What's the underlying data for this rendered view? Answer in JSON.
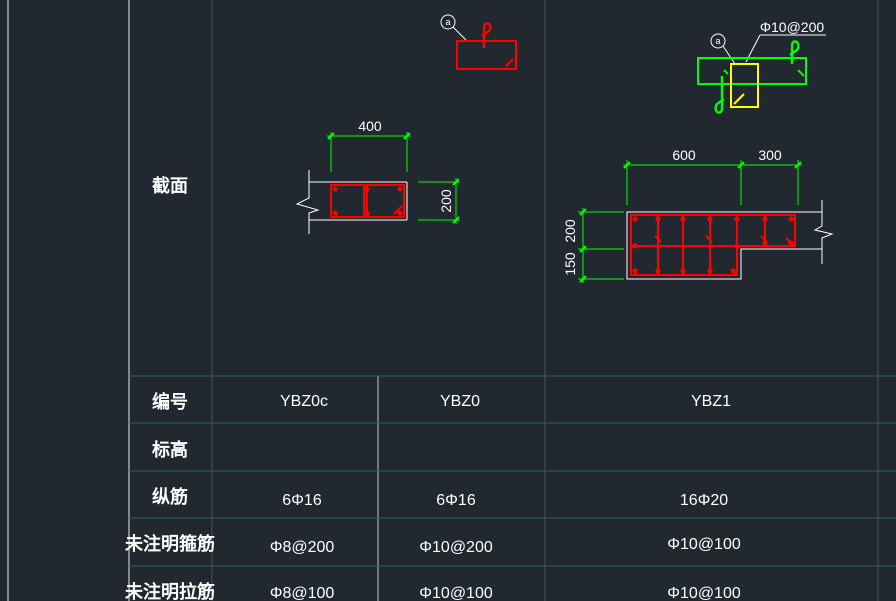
{
  "table": {
    "row_headers": {
      "section": "截面",
      "id": "编号",
      "elevation": "标高",
      "longitudinal": "纵筋",
      "stirrup": "未注明箍筋",
      "tie": "未注明拉筋"
    },
    "columns": [
      {
        "id": "YBZ0c",
        "elevation": "",
        "longitudinal": "6Φ16",
        "stirrup": "Φ8@200",
        "tie": "Φ8@100"
      },
      {
        "id": "YBZ0",
        "elevation": "",
        "longitudinal": "6Φ16",
        "stirrup": "Φ10@200",
        "tie": "Φ10@100"
      },
      {
        "id": "YBZ1",
        "elevation": "",
        "longitudinal": "16Φ20",
        "stirrup": "Φ10@100",
        "tie": "Φ10@100"
      }
    ]
  },
  "drawings": {
    "ybz0": {
      "width_dim": "400",
      "height_dim": "200",
      "detail_tag": "a"
    },
    "ybz1": {
      "left_width_dim": "600",
      "right_width_dim": "300",
      "top_height_dim": "200",
      "bottom_height_dim": "150",
      "detail_tag": "a",
      "detail_rebar": "Φ10@200"
    }
  },
  "colors": {
    "background": "#212830",
    "grid": "#3a5a58",
    "border": "#c8c8c8",
    "rebar": "#ff0000",
    "dimension": "#00ff00",
    "outline": "#ffffff",
    "detail_stirrup": "#00ff00",
    "detail_tie": "#ffff00"
  }
}
